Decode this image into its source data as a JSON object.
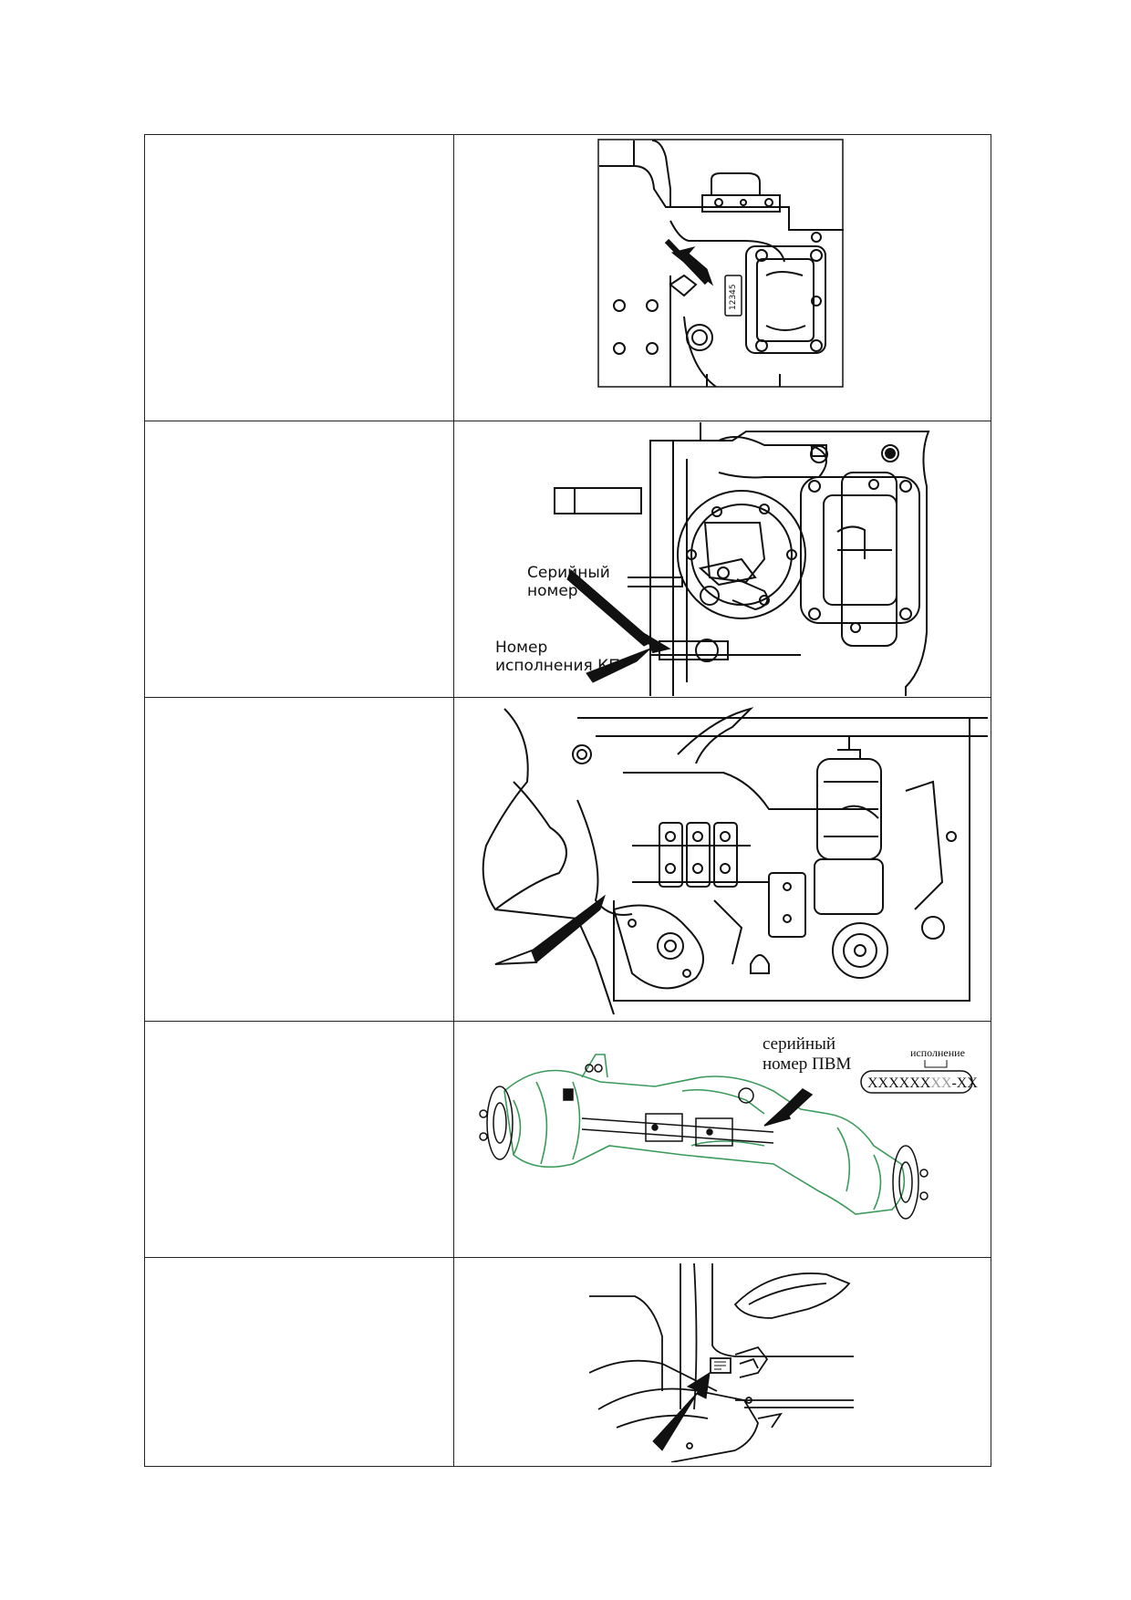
{
  "rows": [
    {
      "left_text": "",
      "figure": {
        "name": "gearbox-housing-number-location",
        "labels": {
          "stamp": "12345"
        }
      }
    },
    {
      "left_text": "",
      "figure": {
        "name": "gearbox-serial-number-location",
        "labels": {
          "serial_line1": "Серийный",
          "serial_line2": "номер",
          "version_line1": "Номер",
          "version_line2": "исполнения КП"
        }
      }
    },
    {
      "left_text": "",
      "figure": {
        "name": "rear-housing-number-location",
        "labels": {}
      }
    },
    {
      "left_text": "",
      "figure": {
        "name": "front-drive-axle-serial-number",
        "labels": {
          "serial_line1": "серийный",
          "serial_line2": "номер ПВМ",
          "version": "исполнение",
          "code_main": "XXXXXX",
          "code_mid": "XX",
          "code_end": "-XX"
        }
      }
    },
    {
      "left_text": "",
      "figure": {
        "name": "cab-nameplate-location",
        "labels": {}
      }
    }
  ],
  "colors": {
    "line": "#111111",
    "axle_green": "#3a9a5a",
    "grey_code": "#9a9a9a"
  }
}
